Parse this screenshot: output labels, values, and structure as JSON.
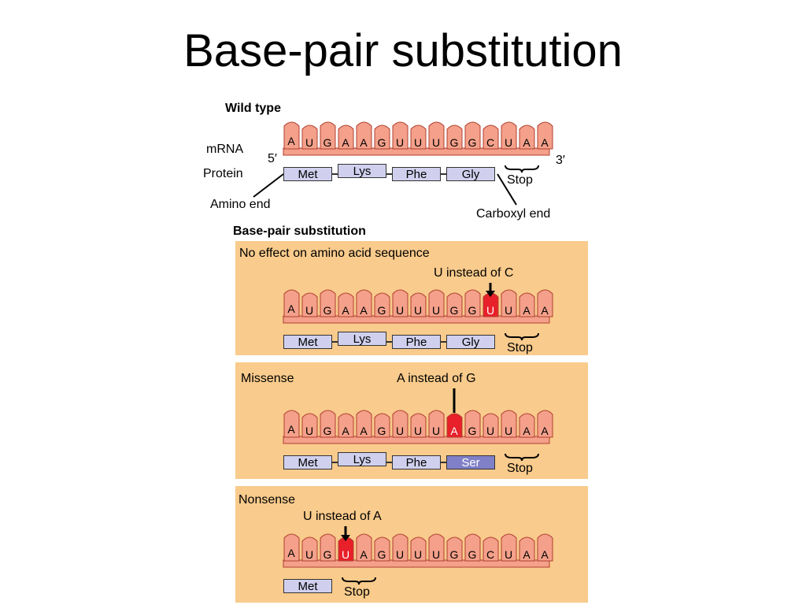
{
  "title": "Base-pair substitution",
  "wild_type": {
    "heading": "Wild type",
    "mrna_label": "mRNA",
    "protein_label": "Protein",
    "five_prime": "5′",
    "three_prime": "3′",
    "bases": [
      "A",
      "U",
      "G",
      "A",
      "A",
      "G",
      "U",
      "U",
      "U",
      "G",
      "G",
      "C",
      "U",
      "A",
      "A"
    ],
    "amino_acids": [
      "Met",
      "Lys",
      "Phe",
      "Gly"
    ],
    "stop": "Stop",
    "amino_end": "Amino end",
    "carboxyl_end": "Carboxyl end"
  },
  "section_heading": "Base-pair substitution",
  "panels": [
    {
      "title": "No effect on amino acid sequence",
      "note": "U instead of C",
      "bases": [
        "A",
        "U",
        "G",
        "A",
        "A",
        "G",
        "U",
        "U",
        "U",
        "G",
        "G",
        "U",
        "U",
        "A",
        "A"
      ],
      "mutated_index": 11,
      "amino_acids": [
        "Met",
        "Lys",
        "Phe",
        "Gly"
      ],
      "mutated_aa": -1,
      "stop": "Stop"
    },
    {
      "title": "Missense",
      "note": "A instead of G",
      "bases": [
        "A",
        "U",
        "G",
        "A",
        "A",
        "G",
        "U",
        "U",
        "U",
        "A",
        "G",
        "U",
        "U",
        "A",
        "A"
      ],
      "mutated_index": 9,
      "amino_acids": [
        "Met",
        "Lys",
        "Phe",
        "Ser"
      ],
      "mutated_aa": 3,
      "stop": "Stop"
    },
    {
      "title": "Nonsense",
      "note": "U instead of A",
      "bases": [
        "A",
        "U",
        "G",
        "U",
        "A",
        "G",
        "U",
        "U",
        "U",
        "G",
        "G",
        "C",
        "U",
        "A",
        "A"
      ],
      "mutated_index": 3,
      "amino_acids": [
        "Met"
      ],
      "mutated_aa": -1,
      "stop": "Stop"
    }
  ],
  "colors": {
    "strand": "#f4a08a",
    "strand_border": "#b04030",
    "mutation": "#e8202a",
    "panel": "#f9cb8c",
    "amino_acid": "#d0d0ee",
    "amino_acid_mutated": "#8080c8"
  }
}
